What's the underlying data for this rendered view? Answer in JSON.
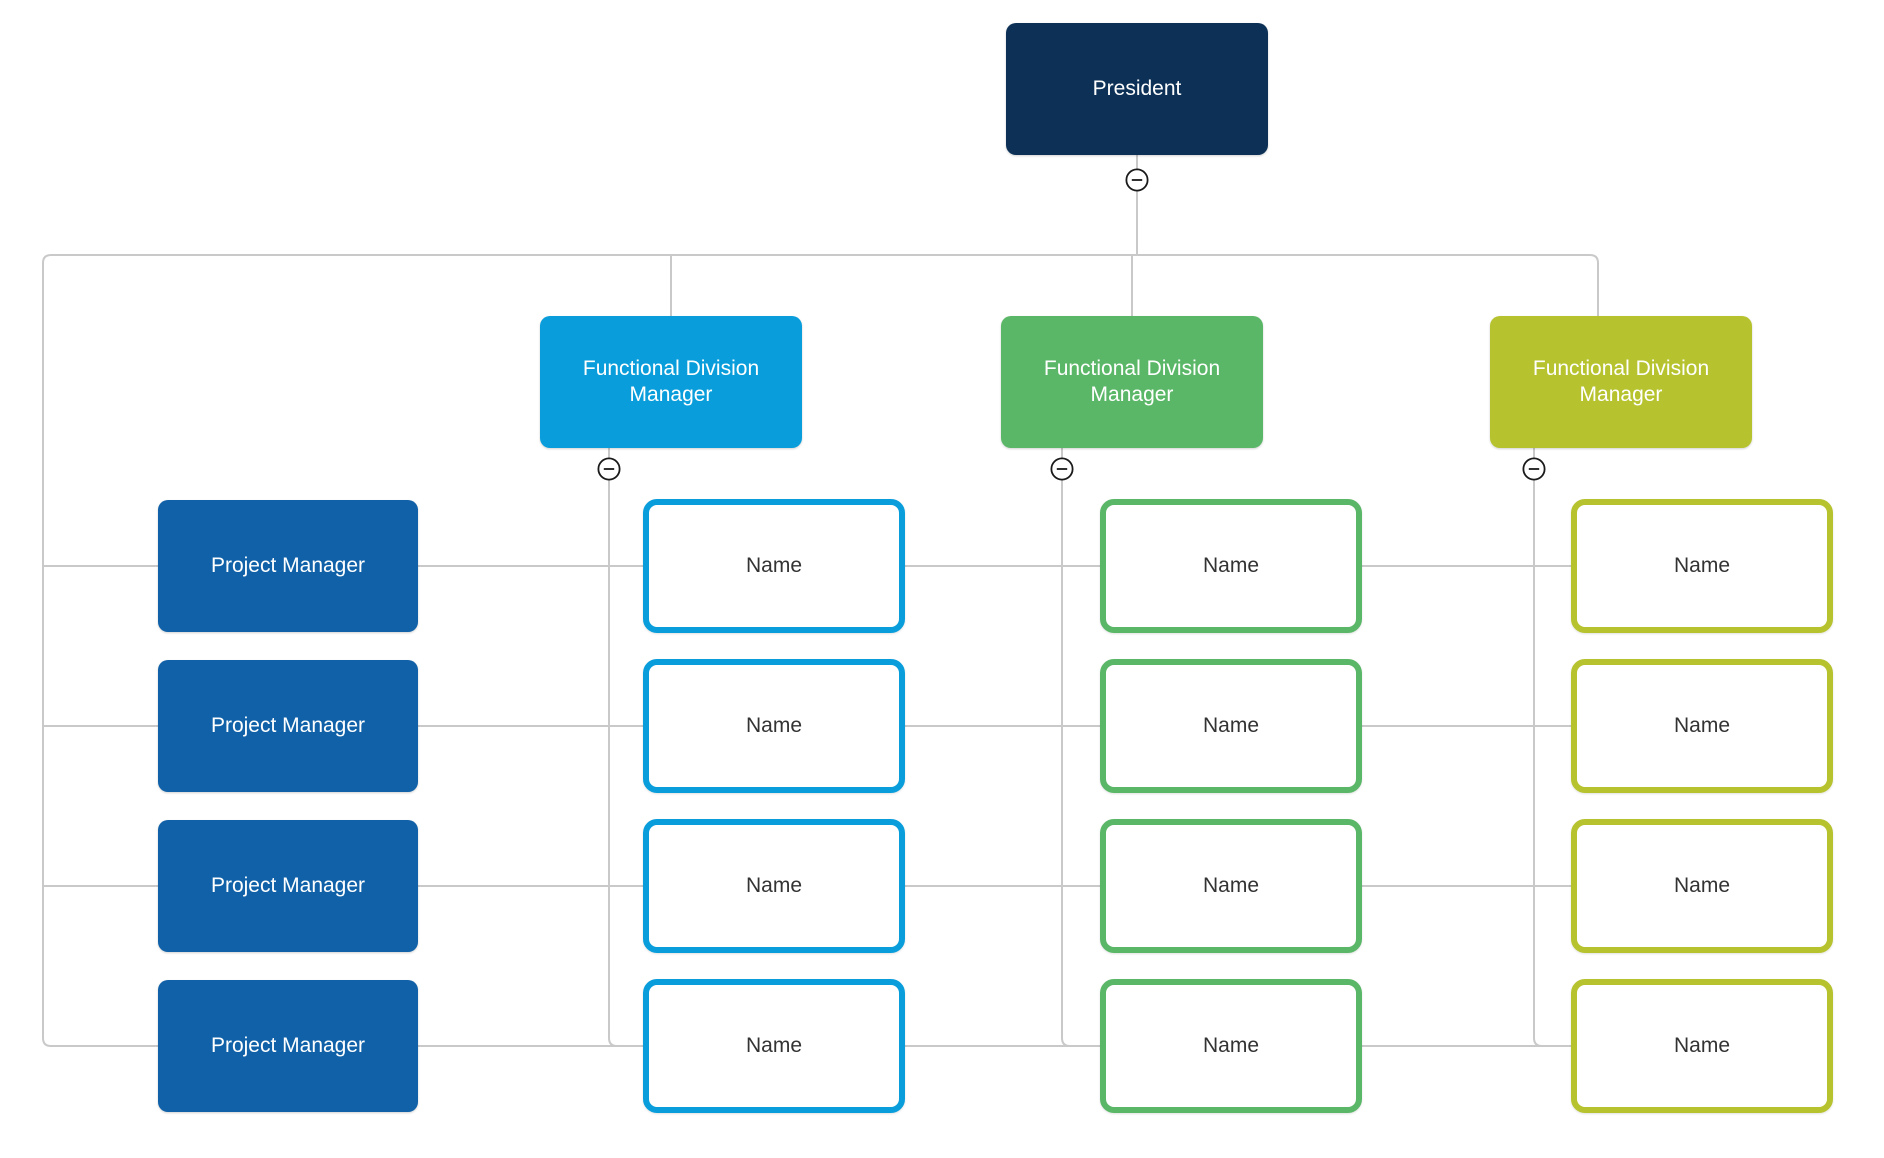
{
  "org_chart": {
    "background": "#ffffff",
    "connector_color": "#c9c9c9",
    "collapse_icon": {
      "glyph": "minus-circle",
      "stroke": "#1a1a1a",
      "fill": "#ffffff"
    },
    "root": {
      "label": "President",
      "color": "#0d3156",
      "text_color": "#ffffff"
    },
    "project_manager_column": {
      "color": "#1061a8",
      "text_color": "#ffffff",
      "items": [
        {
          "label": "Project Manager"
        },
        {
          "label": "Project Manager"
        },
        {
          "label": "Project Manager"
        },
        {
          "label": "Project Manager"
        }
      ]
    },
    "divisions": [
      {
        "label": "Functional Division Manager",
        "color": "#099edb",
        "text_color": "#ffffff",
        "member_text_color": "#333333",
        "members": [
          {
            "label": "Name"
          },
          {
            "label": "Name"
          },
          {
            "label": "Name"
          },
          {
            "label": "Name"
          }
        ]
      },
      {
        "label": "Functional Division Manager",
        "color": "#5bb768",
        "text_color": "#ffffff",
        "member_text_color": "#333333",
        "members": [
          {
            "label": "Name"
          },
          {
            "label": "Name"
          },
          {
            "label": "Name"
          },
          {
            "label": "Name"
          }
        ]
      },
      {
        "label": "Functional Division Manager",
        "color": "#b7c32e",
        "text_color": "#ffffff",
        "member_text_color": "#333333",
        "members": [
          {
            "label": "Name"
          },
          {
            "label": "Name"
          },
          {
            "label": "Name"
          },
          {
            "label": "Name"
          }
        ]
      }
    ]
  }
}
